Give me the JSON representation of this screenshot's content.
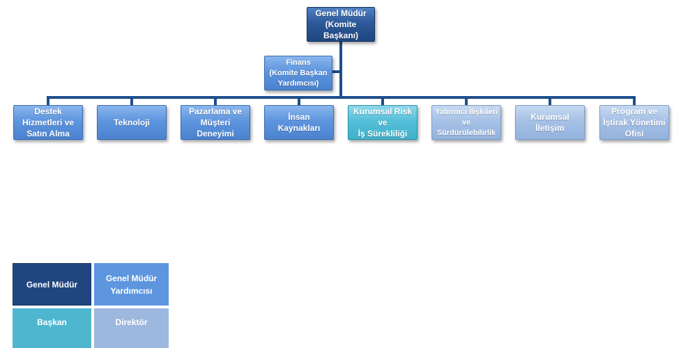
{
  "org_chart": {
    "root": {
      "line1": "Genel Müdür",
      "line2": "(Komite Başkanı)"
    },
    "assistant": {
      "line1": "Finans",
      "line2": "(Komite Başkan",
      "line3": "Yardımcısı)"
    },
    "departments": [
      {
        "lines": [
          "Destek",
          "Hizmetleri ve",
          "Satın Alma"
        ]
      },
      {
        "lines": [
          "Teknoloji"
        ]
      },
      {
        "lines": [
          "Pazarlama ve",
          "Müşteri",
          "Deneyimi"
        ]
      },
      {
        "lines": [
          "İnsan Kaynakları"
        ]
      },
      {
        "lines": [
          "Kurumsal Risk ve",
          "İş Sürekliliği"
        ]
      },
      {
        "lines": [
          "Yatırımcı İlişkileri",
          "ve",
          "Sürdürülebilirlik"
        ]
      },
      {
        "lines": [
          "Kurumsal",
          "İletişim"
        ]
      },
      {
        "lines": [
          "Program ve",
          "İştirak Yönetimi",
          "Ofisi"
        ]
      }
    ]
  },
  "legend": {
    "genel_mudur": "Genel Müdür",
    "genel_mudur_yardimcisi": {
      "line1": "Genel Müdür",
      "line2": "Yardımcısı"
    },
    "baskan": "Başkan",
    "direktor": "Direktör"
  },
  "colors": {
    "genel_mudur": "#1f467f",
    "genel_mudur_yardimcisi": "#5d95de",
    "baskan": "#4fb6cf",
    "direktor": "#9db8df",
    "connector": "#1f4e8c"
  }
}
